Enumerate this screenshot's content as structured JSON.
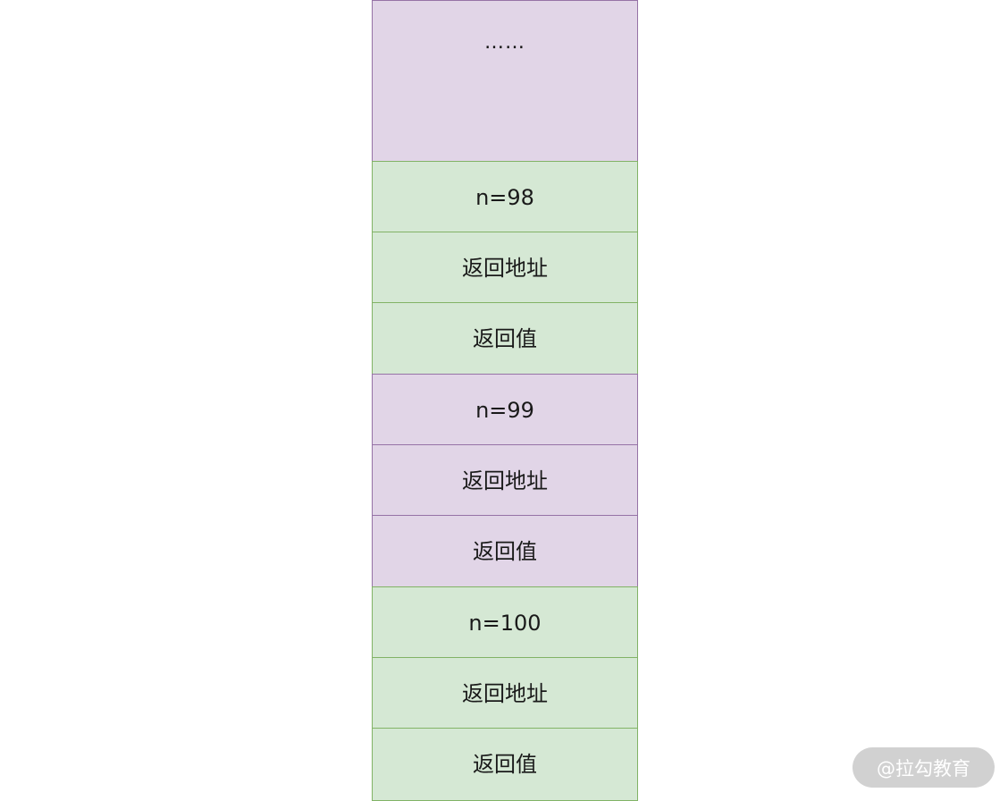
{
  "stack": {
    "top": "……",
    "frames": [
      {
        "n": "n=98",
        "ret_addr": "返回地址",
        "ret_val": "返回值",
        "color": "#d5e8d4",
        "border": "#82b366"
      },
      {
        "n": "n=99",
        "ret_addr": "返回地址",
        "ret_val": "返回值",
        "color": "#e1d5e7",
        "border": "#9673a6"
      },
      {
        "n": "n=100",
        "ret_addr": "返回地址",
        "ret_val": "返回值",
        "color": "#d5e8d4",
        "border": "#82b366"
      }
    ]
  },
  "colors": {
    "purple_fill": "#e1d5e7",
    "purple_border": "#9673a6",
    "green_fill": "#d5e8d4",
    "green_border": "#82b366"
  },
  "watermark": "@拉勾教育"
}
